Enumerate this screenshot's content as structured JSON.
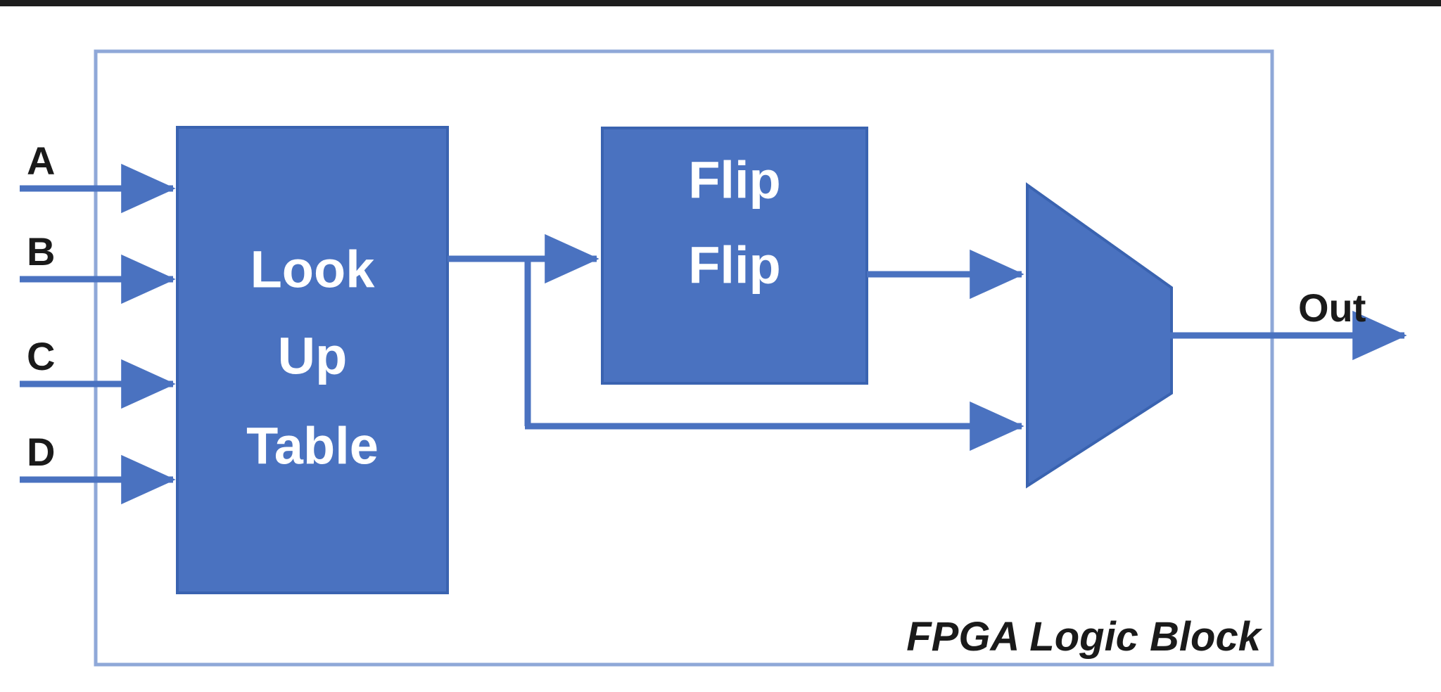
{
  "diagram": {
    "title": "FPGA Logic Block",
    "caption": "FPGA Logic Block",
    "colors": {
      "block_fill": "#4A72C0",
      "block_stroke": "#3A63B0",
      "wire": "#4A72C0",
      "boundary": "#8FA8D8",
      "text_dark": "#1A1A1A",
      "text_light": "#FFFFFF",
      "background": "#FFFFFF",
      "top_band": "#1D1D1D"
    },
    "boundary": {
      "name": "FPGA Logic Block boundary"
    },
    "inputs": [
      {
        "label": "A"
      },
      {
        "label": "B"
      },
      {
        "label": "C"
      },
      {
        "label": "D"
      }
    ],
    "outputs": [
      {
        "label": "Out"
      }
    ],
    "blocks": [
      {
        "id": "lut",
        "shape": "rectangle",
        "lines": [
          "Look",
          "Up",
          "Table"
        ]
      },
      {
        "id": "flipflop",
        "shape": "rectangle",
        "lines": [
          "Flip",
          "Flip"
        ]
      },
      {
        "id": "mux",
        "shape": "trapezoid",
        "lines": []
      }
    ],
    "connections": [
      {
        "from": "A",
        "to": "lut"
      },
      {
        "from": "B",
        "to": "lut"
      },
      {
        "from": "C",
        "to": "lut"
      },
      {
        "from": "D",
        "to": "lut"
      },
      {
        "from": "lut",
        "to": "flipflop"
      },
      {
        "from": "lut",
        "to": "mux"
      },
      {
        "from": "flipflop",
        "to": "mux"
      },
      {
        "from": "mux",
        "to": "Out"
      }
    ]
  }
}
